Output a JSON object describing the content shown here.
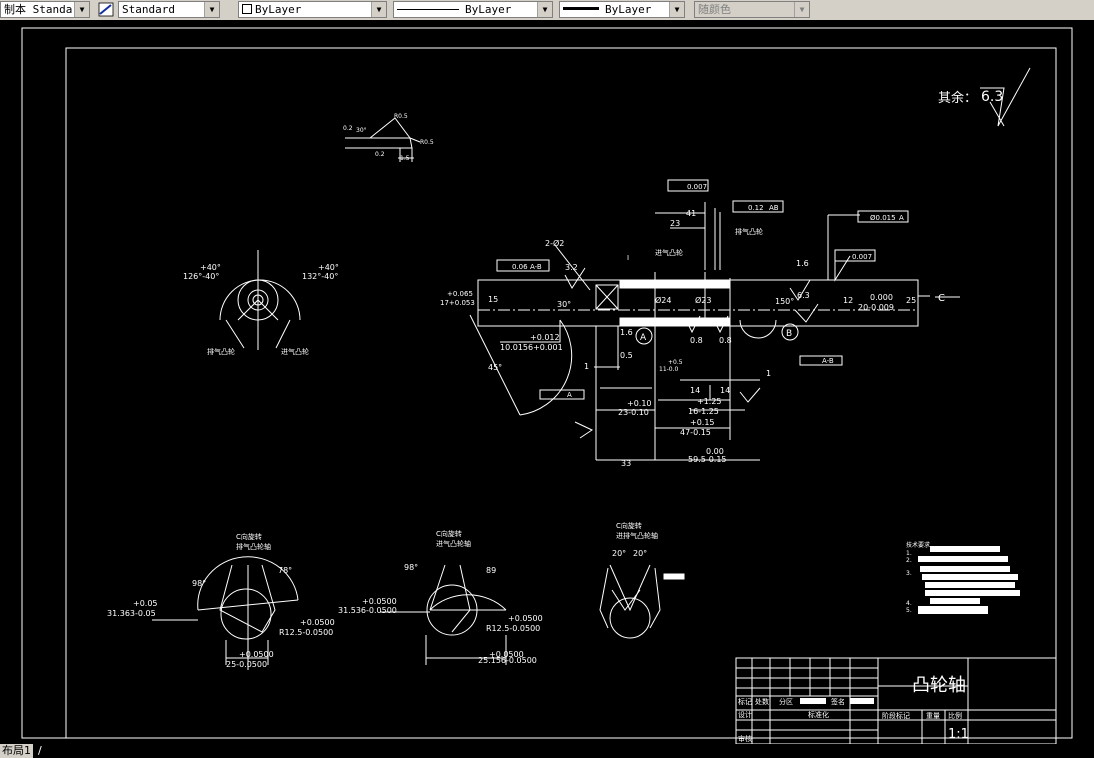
{
  "toolbar": {
    "textstyle_value": "制本 Standard",
    "dimstyle_value": "Standard",
    "layer_value": "ByLayer",
    "linetype_value": "ByLayer",
    "lineweight_value": "ByLayer",
    "plotstyle_value": "随颜色"
  },
  "drawing": {
    "roughness_label": "其余：",
    "roughness_value": "6.3",
    "section_label": "C",
    "detail": {
      "a": "0.2",
      "b": "30°",
      "c": "R0.5",
      "d": "R0.5",
      "e": "1.5",
      "f": "0.2"
    },
    "profile_left": {
      "t1": "+40°",
      "t2": "126°-40°",
      "t3": "+40°",
      "t4": "132°-40°",
      "t5": "排气凸轮",
      "t6": "进气凸轮"
    },
    "shaft": {
      "chamfer": "2-Ø2",
      "tol1": "0.007",
      "tol2": "0.12",
      "tol2ref": "AB",
      "tol3": "Ø0.015",
      "tol3ref": "A",
      "tol4": "0.007",
      "tol5": "0.06",
      "tol5ref": "A-B",
      "tol6": "A-B",
      "tol7": "A",
      "dim41": "41",
      "dim23": "23",
      "intake": "进气凸轮",
      "exhaust": "排气凸轮",
      "r32": "3.2",
      "r16": "1.6",
      "r63": "6.3",
      "dimI": "I",
      "d15": "15",
      "d17a": "+0.065",
      "d17b": "17+0.053",
      "d24": "Ø24",
      "d23": "Ø23",
      "ang30": "30°",
      "ang150": "150°",
      "d12": "12",
      "d20a": "0.000",
      "d20b": "20-0.009",
      "d25": "25",
      "d10a": "+0.012",
      "d10b": "10.0156+0.001",
      "r16b": "1.6",
      "r08a": "0.8",
      "r08b": "0.8",
      "datumA": "A",
      "datumB": "B",
      "ang45": "45°",
      "d05": "0.5",
      "d1a": "1",
      "d11a": "+0.5",
      "d11b": "11-0.0",
      "d14a": "14",
      "d14b": "14",
      "d1b": "1",
      "d23a": "+0.10",
      "d23b": "23-0.10",
      "d16a": "+1.25",
      "d16b": "16-1.25",
      "d47a": "+0.15",
      "d47b": "47-0.15",
      "d33": "33",
      "d59a": "0.00",
      "d59b": "59.5-0.15"
    },
    "cam1": {
      "title1": "C向旋转",
      "title2": "排气凸轮轴",
      "a78": "78°",
      "a98": "98°",
      "t1": "+0.05",
      "t2": "31.363-0.05",
      "t3": "+0.0500",
      "t4": "R12.5-0.0500",
      "t5": "+0.0500",
      "t6": "25-0.0500"
    },
    "cam2": {
      "title1": "C向旋转",
      "title2": "进气凸轮轴",
      "a98": "98°",
      "a89": "89",
      "t1": "+0.0500",
      "t2": "31.536-0.0500",
      "t3": "+0.0500",
      "t4": "R12.5-0.0500",
      "t5": "+0.0500",
      "t6": "25.156-0.0500"
    },
    "cam3": {
      "title1": "C向旋转",
      "title2": "进排气凸轮轴",
      "a1": "20°",
      "a2": "20°"
    },
    "tech": {
      "title": "技术要求",
      "n1": "1.",
      "n2": "2.",
      "n3": "3.",
      "n4": "4.",
      "n5": "5."
    },
    "titleblock": {
      "part_name": "凸轮轴",
      "c1": "标记",
      "c2": "处数",
      "c3": "分区",
      "c4": "签名",
      "c5": "设计",
      "c6": "标准化",
      "c7": "阶段标记",
      "c8": "重量",
      "c9": "比例",
      "c10": "审核",
      "scale": "1:1"
    }
  },
  "status": {
    "tab": "布局1",
    "tail": "/"
  }
}
